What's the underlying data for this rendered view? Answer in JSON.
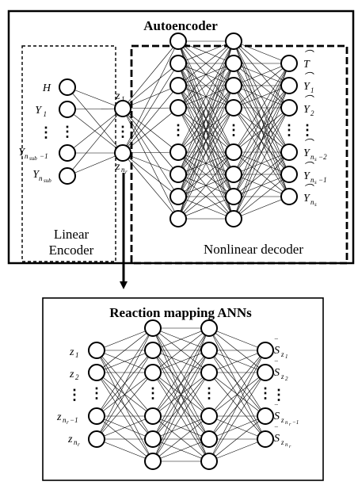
{
  "autoencoder": {
    "title": "Autoencoder",
    "linear_encoder_label_line1": "Linear",
    "linear_encoder_label_line2": "Encoder",
    "decoder_label": "Nonlinear decoder",
    "inputs": [
      "H",
      "Y_1",
      "⋮",
      "Y_{n_sub-1}",
      "Y_{n_sub}"
    ],
    "latent": [
      "z_1",
      "⋮",
      "z_{n_r}"
    ],
    "outputs": [
      "T̂",
      "Ŷ_1",
      "Ŷ_2",
      "⋮",
      "Ŷ_{n_s-2}",
      "Ŷ_{n_s-1}",
      "Ŷ_{n_s}"
    ]
  },
  "reaction": {
    "title": "Reaction mapping ANNs",
    "inputs": [
      "z_1",
      "z_2",
      "⋮",
      "z_{n_r-1}",
      "z_{n_r}"
    ],
    "outputs": [
      "S̄_{z_1}",
      "S̄_{z_2}",
      "⋮",
      "S̄_{z_{n_r-1}}",
      "S̄_{z_{n_r}}"
    ]
  }
}
